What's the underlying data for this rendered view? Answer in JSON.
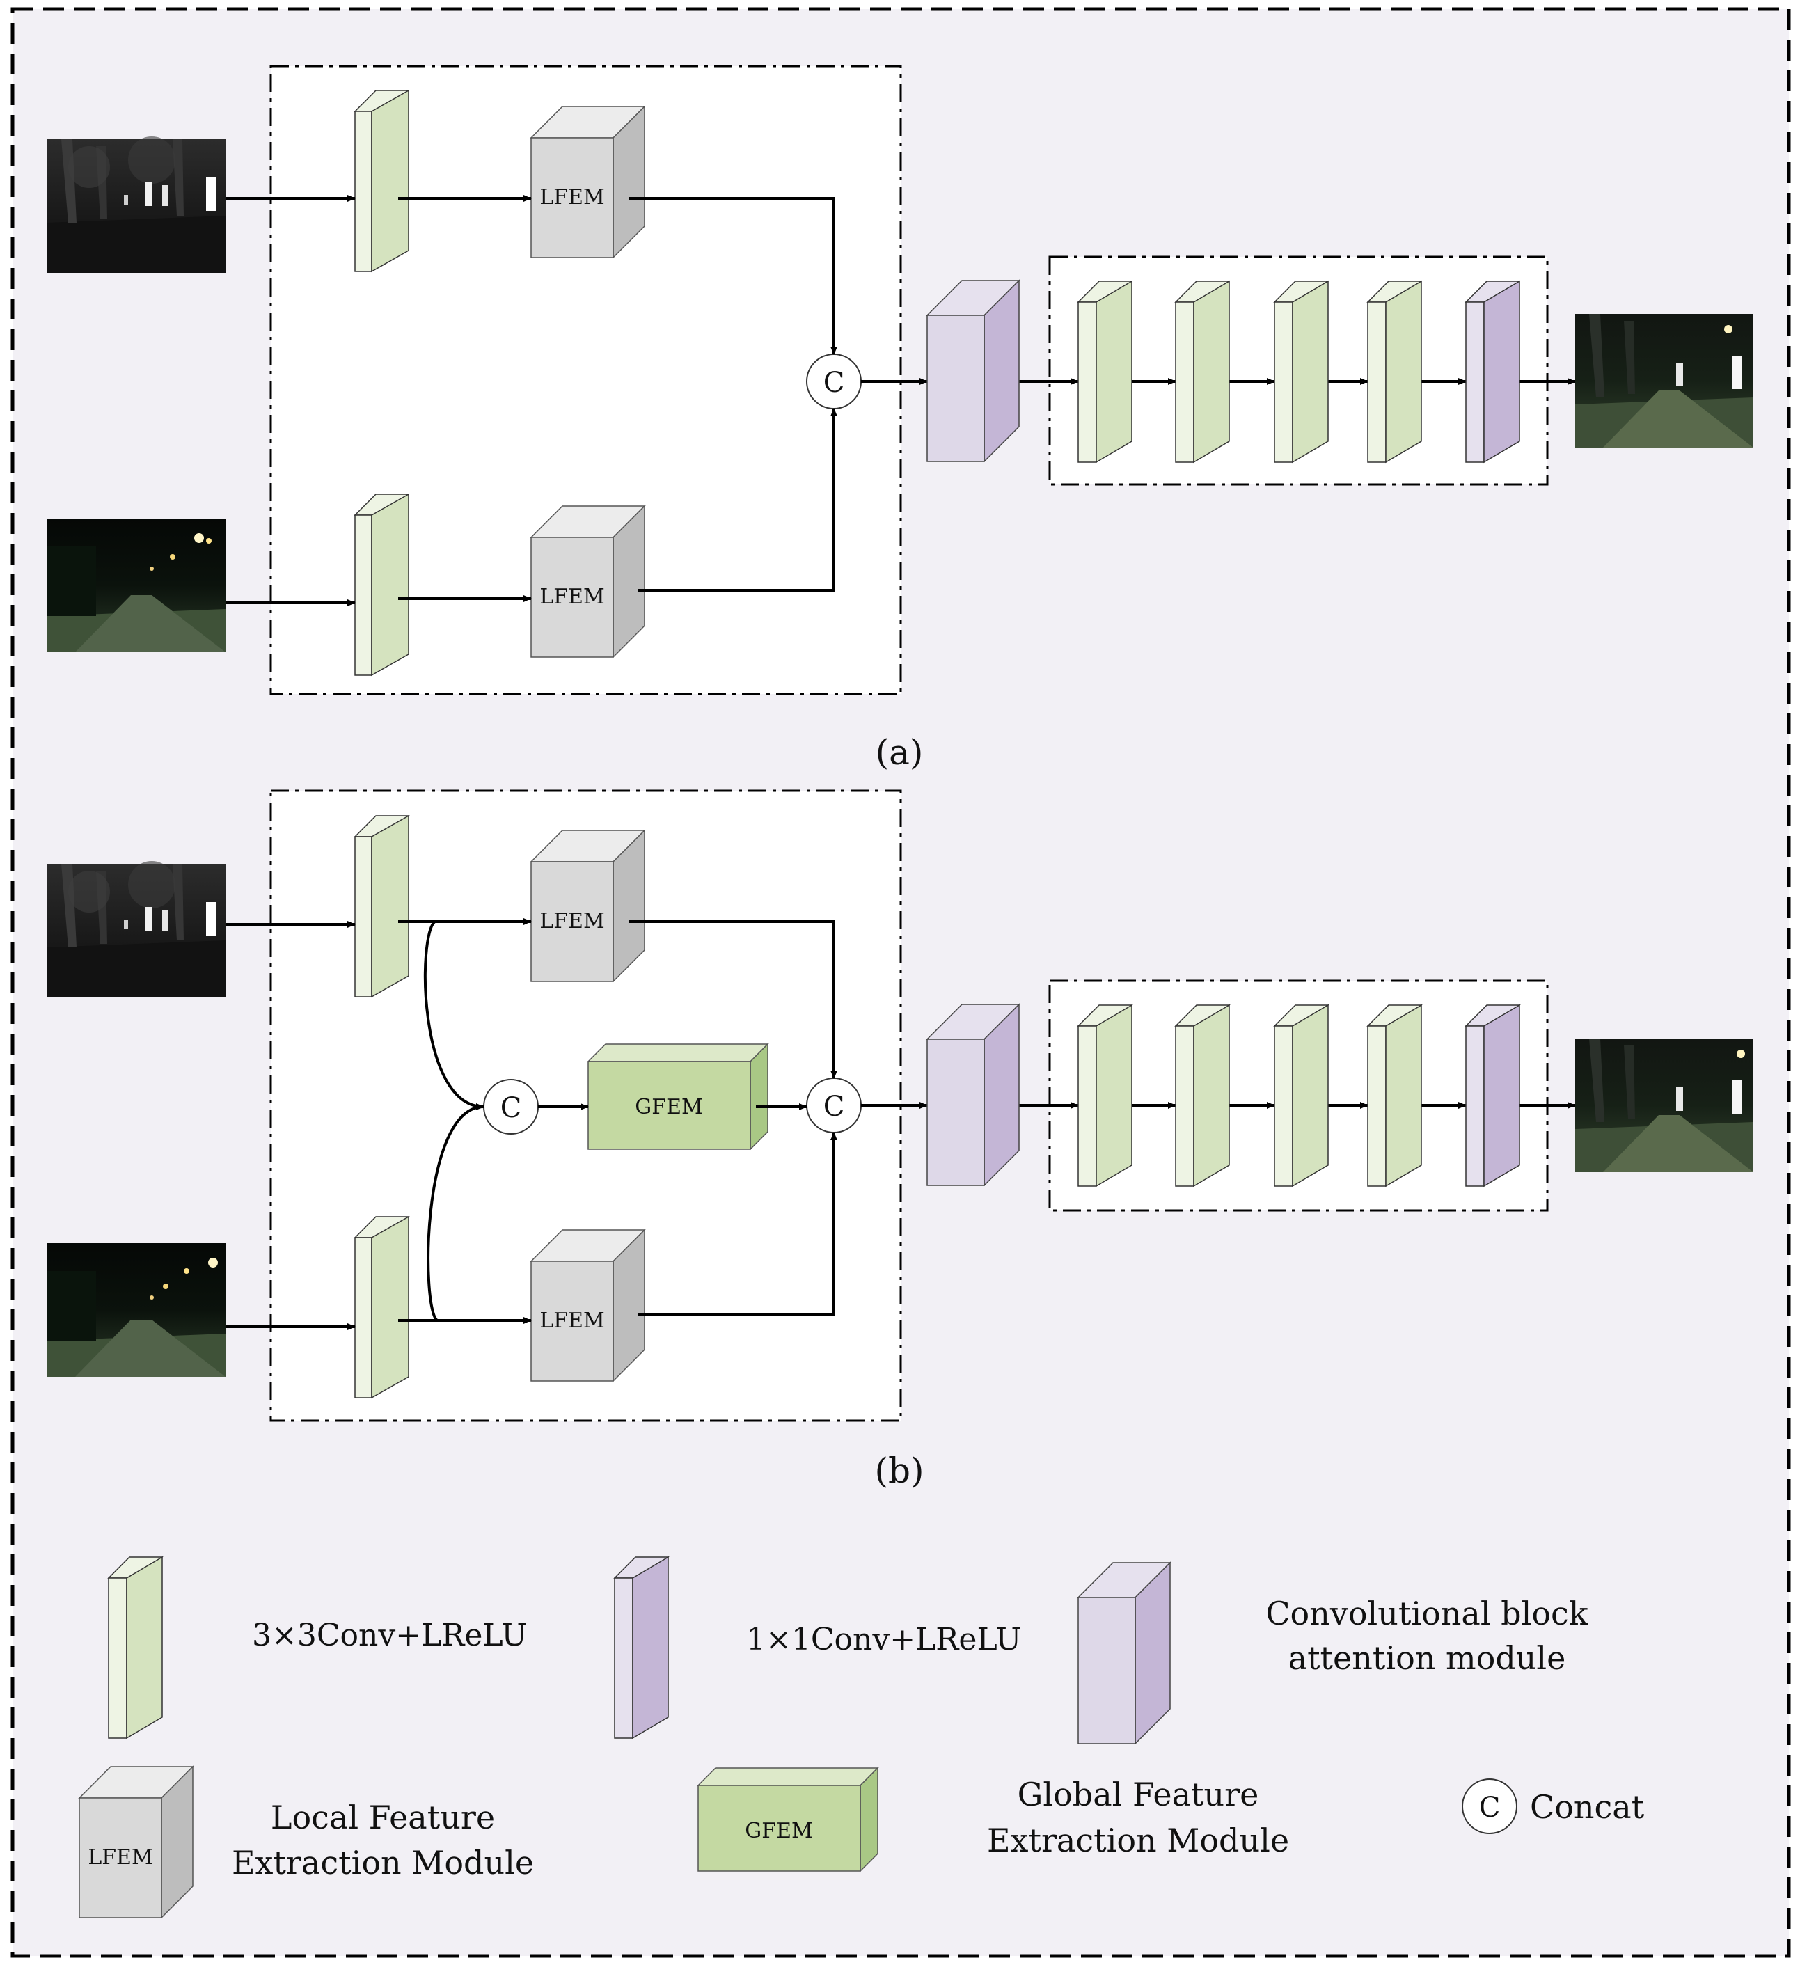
{
  "figure": {
    "panel_a_label": "(a)",
    "panel_b_label": "(b)"
  },
  "modules": {
    "lfem": "LFEM",
    "gfem": "GFEM",
    "concat_symbol": "C"
  },
  "legend": {
    "conv3x3": "3×3Conv+LReLU",
    "conv1x1": "1×1Conv+LReLU",
    "cbam_line1": "Convolutional block",
    "cbam_line2": "attention module",
    "lfem_line1": "Local Feature",
    "lfem_line2": "Extraction Module",
    "gfem_line1": "Global Feature",
    "gfem_line2": "Extraction Module",
    "concat": "Concat"
  },
  "colors": {
    "background": "#f2f0f5",
    "green_face": "#d5e3bf",
    "green_side": "#eef4e4",
    "purple_face": "#c4b6d6",
    "purple_side": "#e6e1ee",
    "gray_front": "#d9d9d9",
    "gray_side": "#bdbdbd",
    "gray_top": "#ececec",
    "gfem_front": "#c4d9a2",
    "gfem_side": "#a9c885",
    "gfem_top": "#dde9c9"
  },
  "icons": {
    "input_images": "night-street-photo-icon",
    "output_images": "fused-street-photo-icon"
  }
}
